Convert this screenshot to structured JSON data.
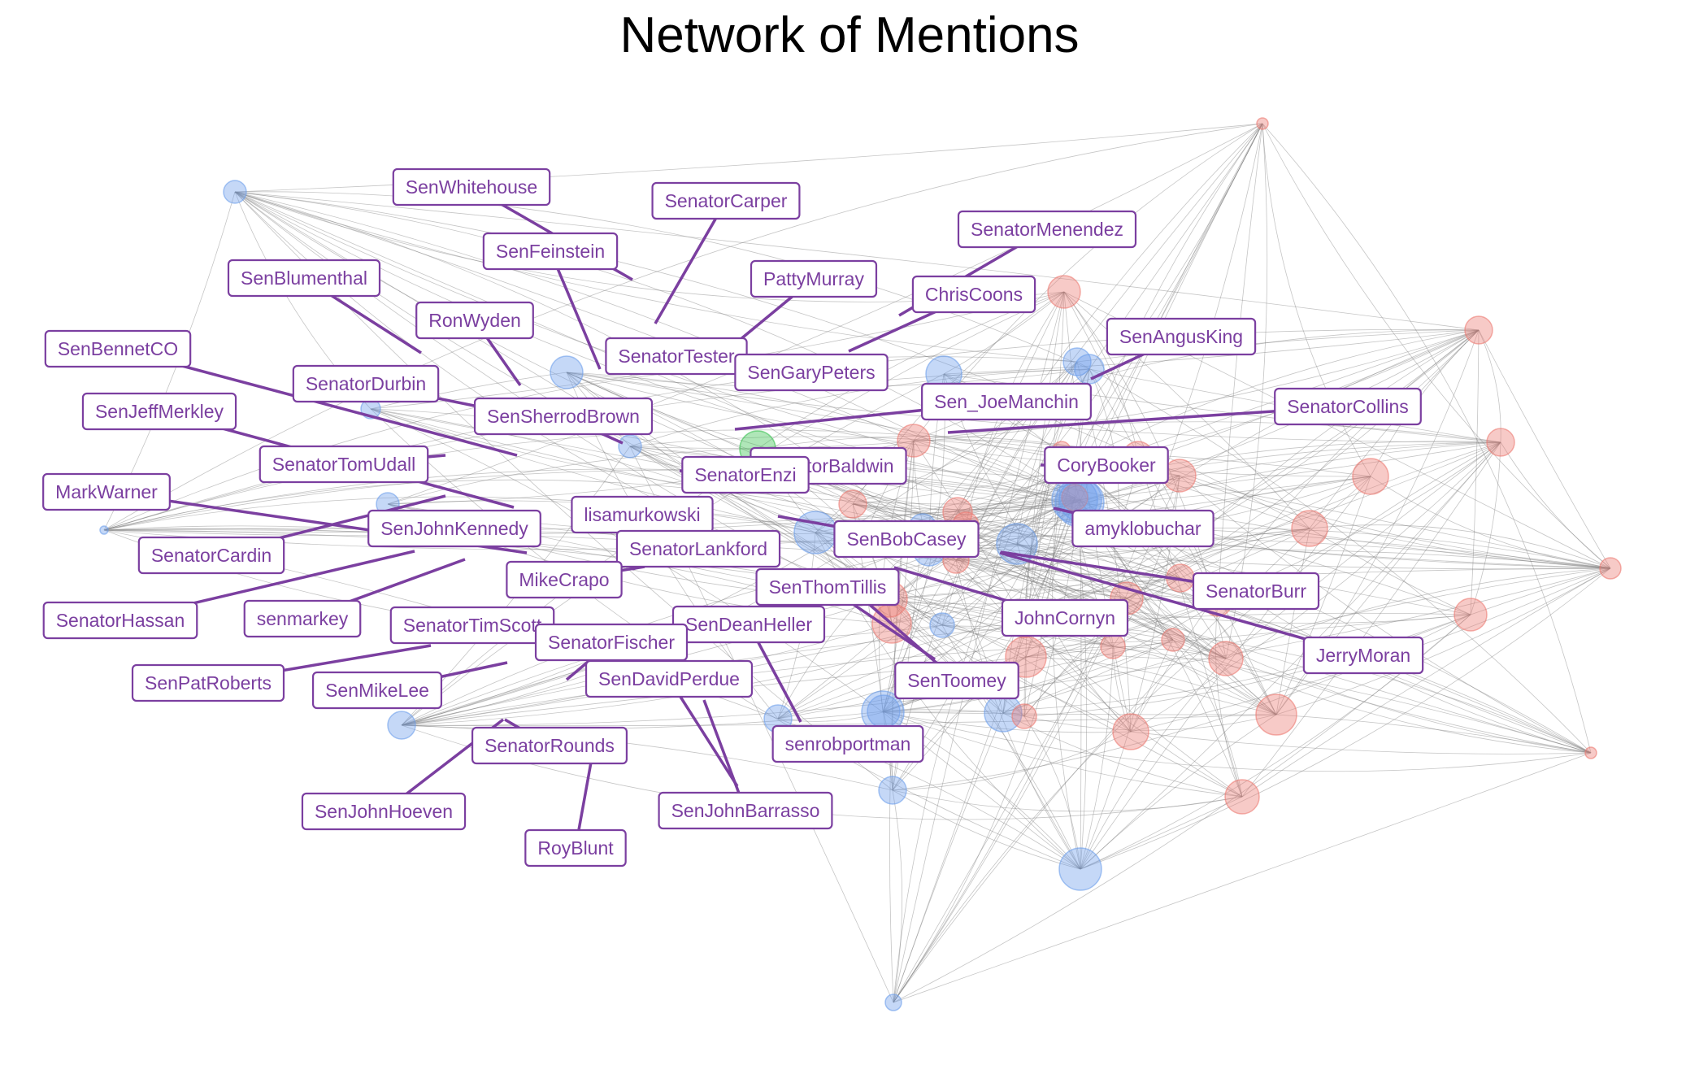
{
  "title": "Network of Mentions",
  "colors": {
    "blue": "#6d9eeb",
    "red": "#ec7a72",
    "green": "#37c04e",
    "edge": "#7f7f7f",
    "label": "#7b3fa0"
  },
  "nodes": [
    {
      "id": "n1",
      "party": "red"
    },
    {
      "id": "n2",
      "party": "blue"
    },
    {
      "id": "n3",
      "party": "red"
    },
    {
      "id": "n4",
      "party": "red"
    },
    {
      "id": "n5",
      "party": "blue"
    },
    {
      "id": "n6",
      "party": "blue"
    },
    {
      "id": "n7",
      "party": "blue"
    },
    {
      "id": "n8",
      "party": "red"
    },
    {
      "id": "n9",
      "party": "red"
    },
    {
      "id": "n10",
      "party": "red"
    },
    {
      "id": "n11",
      "party": "red"
    },
    {
      "id": "n12",
      "party": "blue"
    },
    {
      "id": "n13",
      "party": "blue"
    },
    {
      "id": "n14",
      "party": "blue"
    },
    {
      "id": "n15",
      "party": "green"
    },
    {
      "id": "n16",
      "party": "red"
    },
    {
      "id": "n17",
      "party": "red"
    },
    {
      "id": "n18",
      "party": "blue"
    },
    {
      "id": "n19",
      "party": "blue"
    },
    {
      "id": "n20",
      "party": "red"
    },
    {
      "id": "n21",
      "party": "blue"
    },
    {
      "id": "n22",
      "party": "red"
    },
    {
      "id": "n23",
      "party": "red"
    },
    {
      "id": "n24",
      "party": "red"
    },
    {
      "id": "n25",
      "party": "red"
    },
    {
      "id": "n26",
      "party": "red"
    },
    {
      "id": "n27",
      "party": "red"
    },
    {
      "id": "n28",
      "party": "red"
    },
    {
      "id": "n29",
      "party": "blue"
    },
    {
      "id": "n30",
      "party": "red"
    },
    {
      "id": "n31",
      "party": "blue"
    },
    {
      "id": "n32",
      "party": "blue"
    },
    {
      "id": "n33",
      "party": "blue"
    },
    {
      "id": "n34",
      "party": "red"
    },
    {
      "id": "n35",
      "party": "red"
    },
    {
      "id": "n36",
      "party": "red"
    },
    {
      "id": "n37",
      "party": "blue"
    },
    {
      "id": "n38",
      "party": "blue"
    },
    {
      "id": "n39",
      "party": "blue"
    },
    {
      "id": "n40",
      "party": "blue"
    },
    {
      "id": "n41",
      "party": "red"
    },
    {
      "id": "n42",
      "party": "blue"
    },
    {
      "id": "n43",
      "party": "blue"
    },
    {
      "id": "n44",
      "party": "blue"
    },
    {
      "id": "n45",
      "party": "red"
    },
    {
      "id": "n46",
      "party": "red"
    },
    {
      "id": "n47",
      "party": "red"
    },
    {
      "id": "n48",
      "party": "red"
    },
    {
      "id": "n49",
      "party": "blue"
    },
    {
      "id": "n50",
      "party": "red"
    },
    {
      "id": "n51",
      "party": "red"
    },
    {
      "id": "n52",
      "party": "blue"
    },
    {
      "id": "n53",
      "party": "blue"
    },
    {
      "id": "n54",
      "party": "red"
    },
    {
      "id": "n55",
      "party": "red"
    },
    {
      "id": "n56",
      "party": "red"
    },
    {
      "id": "n57",
      "party": "blue"
    },
    {
      "id": "n58",
      "party": "red"
    },
    {
      "id": "n59",
      "party": "blue"
    },
    {
      "id": "n60",
      "party": "red"
    }
  ],
  "labels": [
    {
      "text": "SenWhitehouse"
    },
    {
      "text": "SenatorCarper"
    },
    {
      "text": "SenatorMenendez"
    },
    {
      "text": "SenFeinstein"
    },
    {
      "text": "SenBlumenthal"
    },
    {
      "text": "PattyMurray"
    },
    {
      "text": "ChrisCoons"
    },
    {
      "text": "RonWyden"
    },
    {
      "text": "SenAngusKing"
    },
    {
      "text": "SenatorTester"
    },
    {
      "text": "SenBennetCO"
    },
    {
      "text": "SenGaryPeters"
    },
    {
      "text": "SenatorDurbin"
    },
    {
      "text": "Sen_JoeManchin"
    },
    {
      "text": "SenSherrodBrown"
    },
    {
      "text": "SenatorCollins"
    },
    {
      "text": "SenJeffMerkley"
    },
    {
      "text": "SenatorTomUdall"
    },
    {
      "text": "SenatorBaldwin"
    },
    {
      "text": "SenatorEnzi"
    },
    {
      "text": "CoryBooker"
    },
    {
      "text": "MarkWarner"
    },
    {
      "text": "lisamurkowski"
    },
    {
      "text": "SenJohnKennedy"
    },
    {
      "text": "amyklobuchar"
    },
    {
      "text": "SenBobCasey"
    },
    {
      "text": "SenatorCardin"
    },
    {
      "text": "SenatorLankford"
    },
    {
      "text": "MikeCrapo"
    },
    {
      "text": "SenatorBurr"
    },
    {
      "text": "SenThomTillis"
    },
    {
      "text": "SenatorHassan"
    },
    {
      "text": "senmarkey"
    },
    {
      "text": "JohnCornyn"
    },
    {
      "text": "SenatorTimScott"
    },
    {
      "text": "SenDeanHeller"
    },
    {
      "text": "SenatorFischer"
    },
    {
      "text": "JerryMoran"
    },
    {
      "text": "SenPatRoberts"
    },
    {
      "text": "SenMikeLee"
    },
    {
      "text": "SenDavidPerdue"
    },
    {
      "text": "SenToomey"
    },
    {
      "text": "SenatorRounds"
    },
    {
      "text": "senrobportman"
    },
    {
      "text": "SenJohnHoeven"
    },
    {
      "text": "SenJohnBarrasso"
    },
    {
      "text": "RoyBlunt"
    }
  ]
}
